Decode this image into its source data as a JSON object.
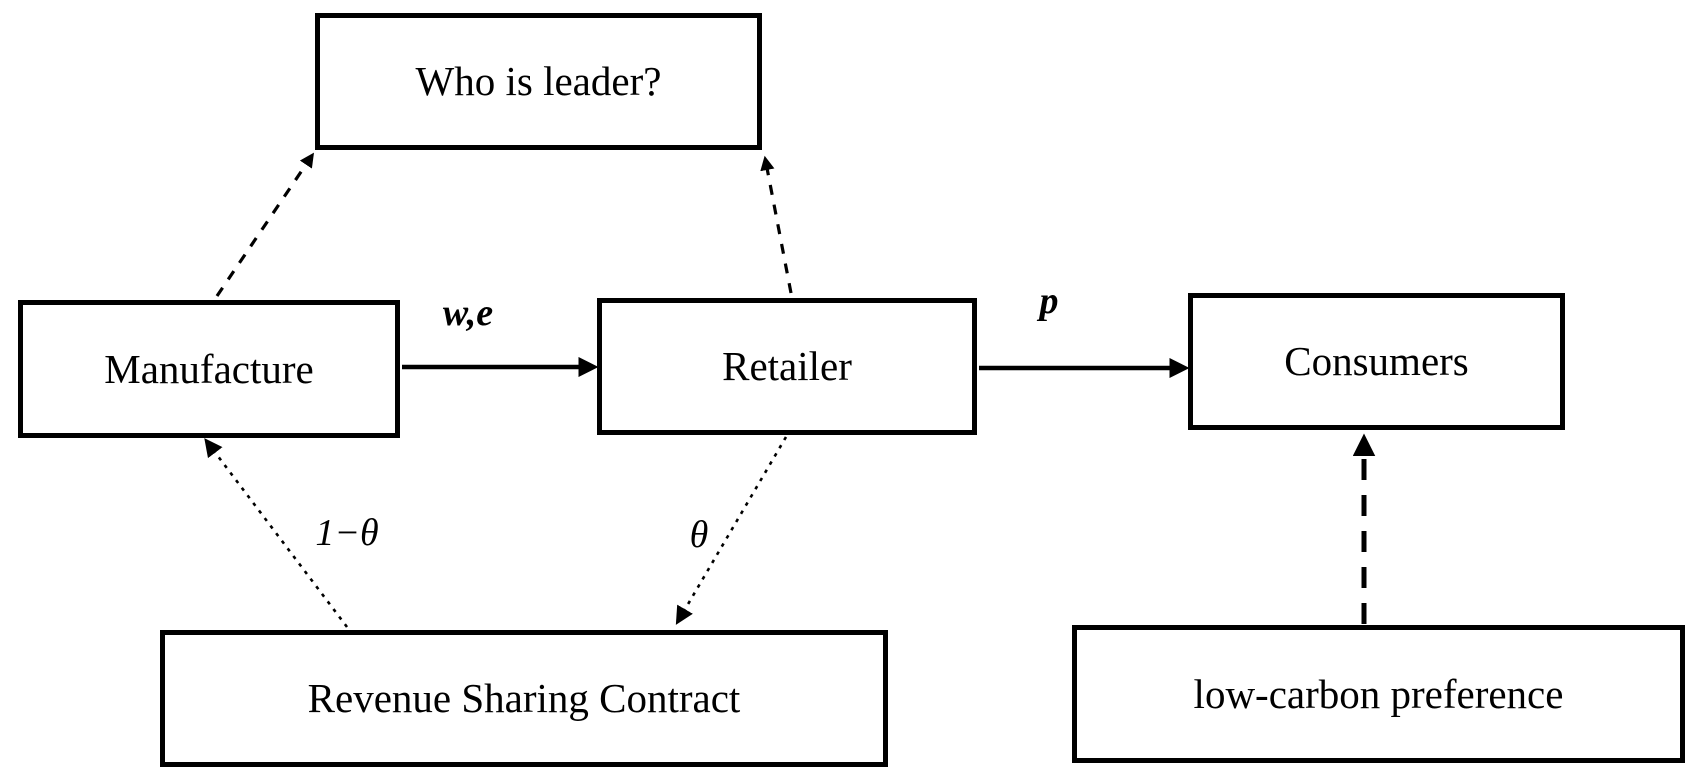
{
  "diagram": {
    "description": "Supply chain game structure with revenue sharing contract and low-carbon consumer preference",
    "colors": {
      "border": "#000000",
      "background": "#ffffff",
      "text": "#000000",
      "line": "#000000"
    },
    "nodes": {
      "who_is_leader": {
        "label": "Who is leader?"
      },
      "manufacture": {
        "label": "Manufacture"
      },
      "retailer": {
        "label": "Retailer"
      },
      "consumers": {
        "label": "Consumers"
      },
      "revenue_sharing_contract": {
        "label": "Revenue Sharing Contract"
      },
      "low_carbon_preference": {
        "label": "low-carbon preference"
      }
    },
    "edges": [
      {
        "from": "manufacture",
        "to": "retailer",
        "label": "w,e",
        "style": "solid-arrow"
      },
      {
        "from": "retailer",
        "to": "consumers",
        "label": "p",
        "style": "solid-arrow"
      },
      {
        "from": "manufacture",
        "to": "who_is_leader",
        "label": "",
        "style": "dashed-arrow"
      },
      {
        "from": "retailer",
        "to": "who_is_leader",
        "label": "",
        "style": "dashed-arrow"
      },
      {
        "from": "revenue_sharing_contract",
        "to": "manufacture",
        "label": "1−θ",
        "style": "dotted-arrow"
      },
      {
        "from": "retailer",
        "to": "revenue_sharing_contract",
        "label": "θ",
        "style": "dotted-arrow"
      },
      {
        "from": "low_carbon_preference",
        "to": "consumers",
        "label": "",
        "style": "dashed-arrow"
      }
    ]
  }
}
